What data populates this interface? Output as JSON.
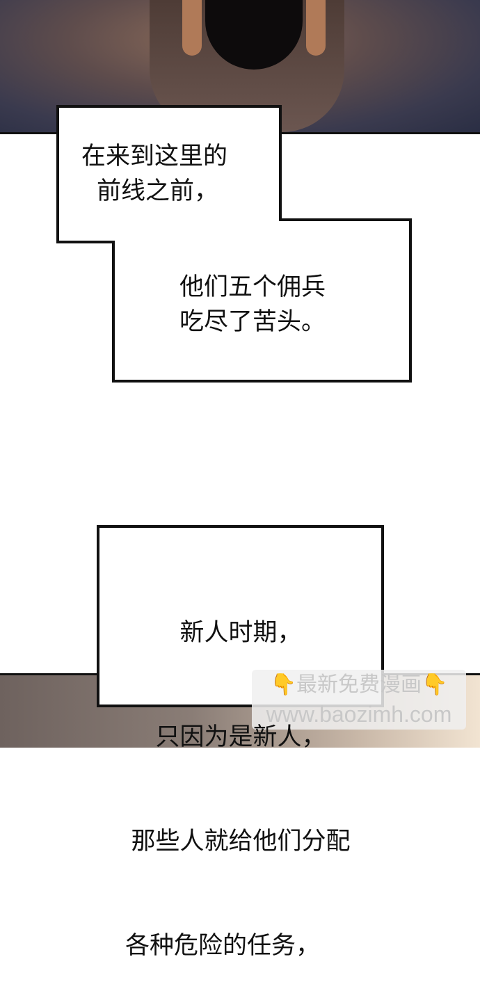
{
  "captions": [
    {
      "lines": [
        "在来到这里的",
        "前线之前，"
      ]
    },
    {
      "lines": [
        "他们五个佣兵",
        "吃尽了苦头。"
      ]
    },
    {
      "lines": [
        "新人时期，",
        "只因为是新人，",
        "那些人就给他们分配",
        "各种危险的任务，"
      ]
    }
  ],
  "watermark": {
    "line1": "最新免费漫画",
    "line2": "www.baozimh.com",
    "icon": "pointing-down-hand-icon"
  }
}
